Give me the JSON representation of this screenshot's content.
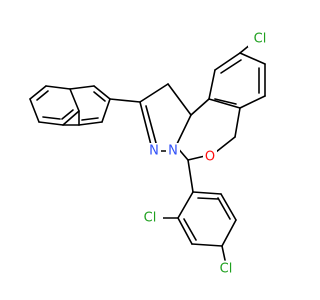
{
  "figure": {
    "type": "chemical-structure"
  },
  "atom_labels": {
    "cl_top": "Cl",
    "o_ring": "O",
    "n_imine": "N",
    "n_ring": "N",
    "cl_mid": "Cl",
    "cl_bottom": "Cl"
  },
  "colors": {
    "chlorine": "#1fa01f",
    "oxygen": "#ff0d0d",
    "nitrogen": "#3050f8",
    "bond": "#000000",
    "background": "#ffffff"
  }
}
